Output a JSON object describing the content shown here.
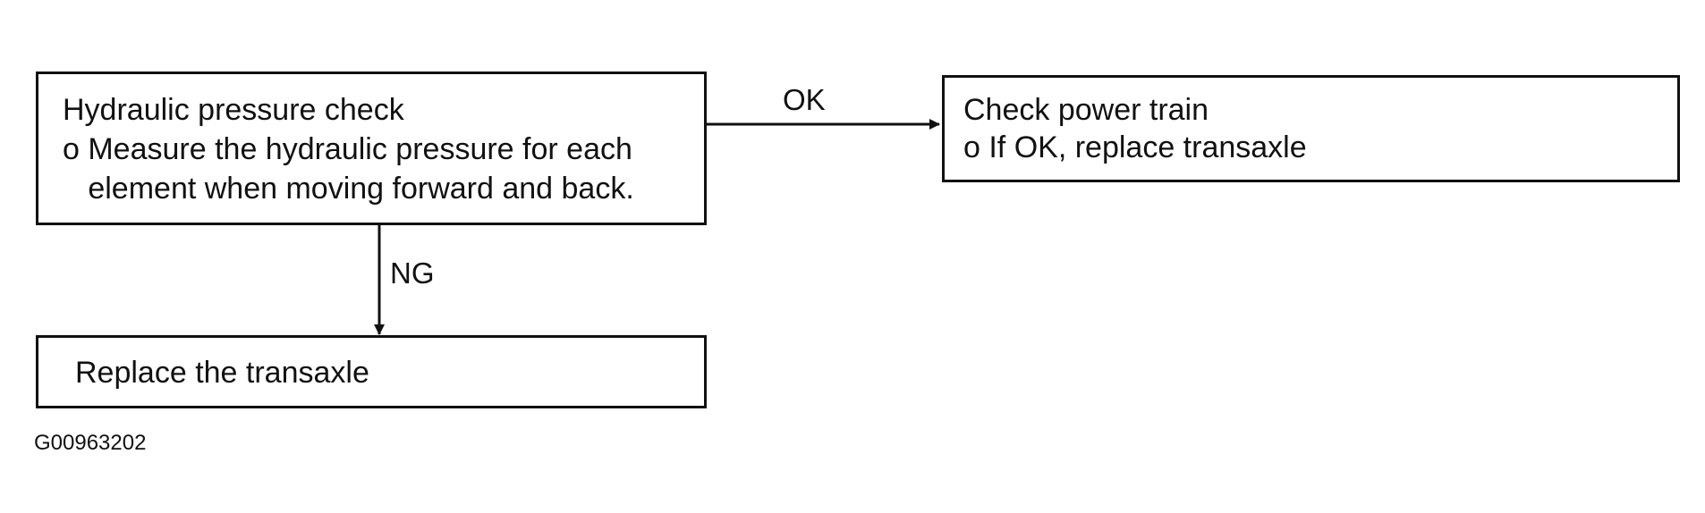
{
  "diagram": {
    "boxes": {
      "hydraulic_check": {
        "lines": [
          "Hydraulic pressure check",
          "o Measure the hydraulic pressure for each",
          "   element when moving forward and back."
        ]
      },
      "power_train": {
        "lines": [
          "Check power train",
          "o If OK, replace transaxle"
        ]
      },
      "replace_transaxle": {
        "lines": [
          "Replace the transaxle"
        ]
      }
    },
    "edges": {
      "ok_label": "OK",
      "ng_label": "NG"
    },
    "figure_id": "G00963202",
    "colors": {
      "ink": "#111111",
      "background": "#ffffff"
    }
  }
}
